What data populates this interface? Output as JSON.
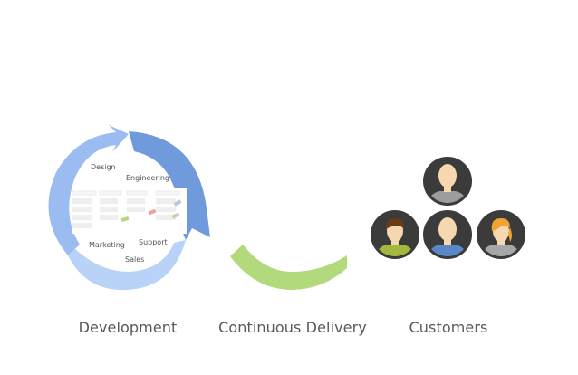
{
  "development": {
    "title": "Development",
    "roles": {
      "design": "Design",
      "engineering": "Engineering",
      "marketing": "Marketing",
      "support": "Support",
      "sales": "Sales"
    },
    "colors": {
      "arc_top_right": "#6f9bdc",
      "arc_bottom": "#b8d2f8",
      "arc_left": "#9bbcf0"
    }
  },
  "delivery": {
    "title": "Continuous Delivery",
    "color": "#b2d97c"
  },
  "customers": {
    "title": "Customers",
    "people": [
      {
        "icon": "person-male-gray-icon",
        "hair": "#f0d2a4",
        "shirt": "#9d9d9d"
      },
      {
        "icon": "person-female-brunette-icon",
        "hair": "#6b3b16",
        "shirt": "#a3b83c"
      },
      {
        "icon": "person-male-blue-icon",
        "hair": "#f0d2a4",
        "shirt": "#5a87c5"
      },
      {
        "icon": "person-female-blonde-icon",
        "hair": "#f2a133",
        "shirt": "#a6a6a6"
      }
    ]
  }
}
